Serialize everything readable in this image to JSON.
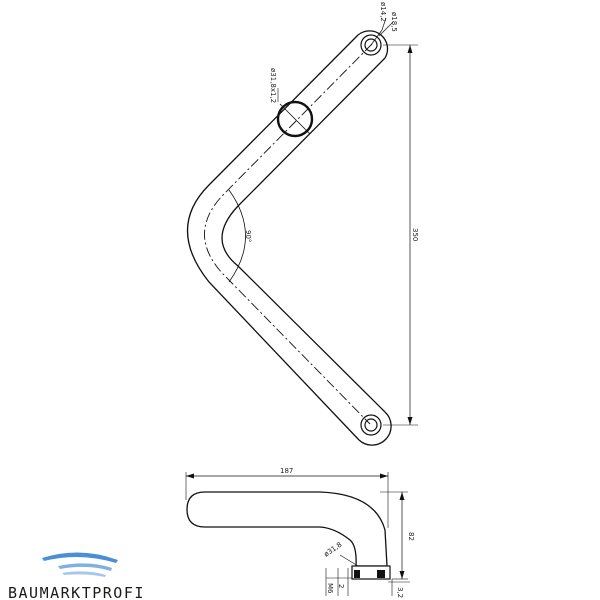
{
  "drawing": {
    "top_view": {
      "bend_angle_label": "90°",
      "tube_diameter_label": "ø31,8x1,2",
      "hole_inner_label": "ø14,2",
      "hole_outer_label": "ø18,5",
      "overall_height_label": "350"
    },
    "side_view": {
      "depth_label": "187",
      "height_label": "82",
      "rose_diameter_label": "ø31,8",
      "thread_label": "M6",
      "small_dim_label": "2",
      "bottom_dim_label": "3,2"
    }
  },
  "brand": {
    "logo_text": "BAUMARKTPROFI",
    "logo_color": "#4a8fd6"
  }
}
